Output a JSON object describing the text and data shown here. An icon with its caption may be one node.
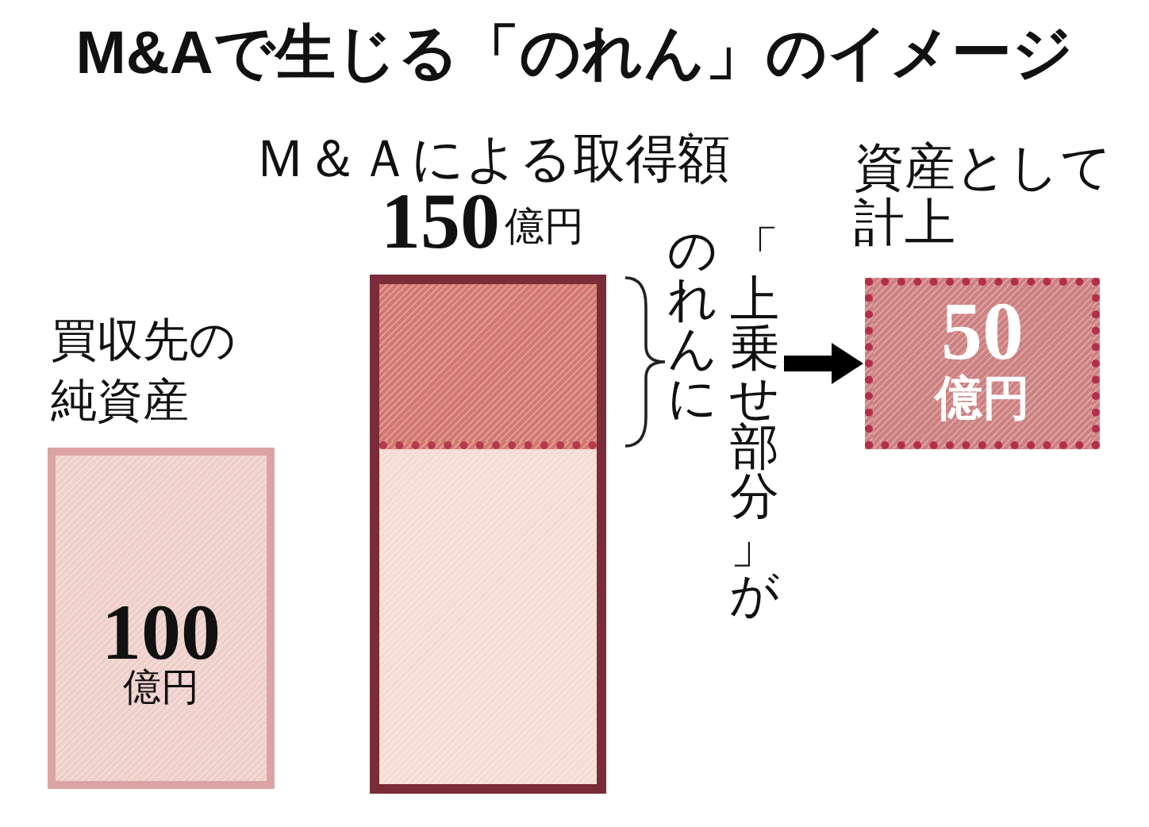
{
  "diagram": {
    "title": "M&Aで生じる「のれん」のイメージ",
    "nodes": [
      {
        "text": [
          "買収先の純資産",
          "100",
          "億円"
        ]
      },
      {
        "text": [
          "Ｍ＆Ａによる取得額",
          "150",
          "億円"
        ]
      },
      {
        "text": [],
        "shape": "box",
        "in": 1
      },
      {
        "text": [
          "「上乗せ部分」がのれんに"
        ]
      },
      {
        "text": [
          "資産として計上",
          "50",
          "億円"
        ]
      }
    ],
    "edges": [
      {
        "from": 3,
        "to": 4,
        "arrow": "to"
      }
    ]
  }
}
